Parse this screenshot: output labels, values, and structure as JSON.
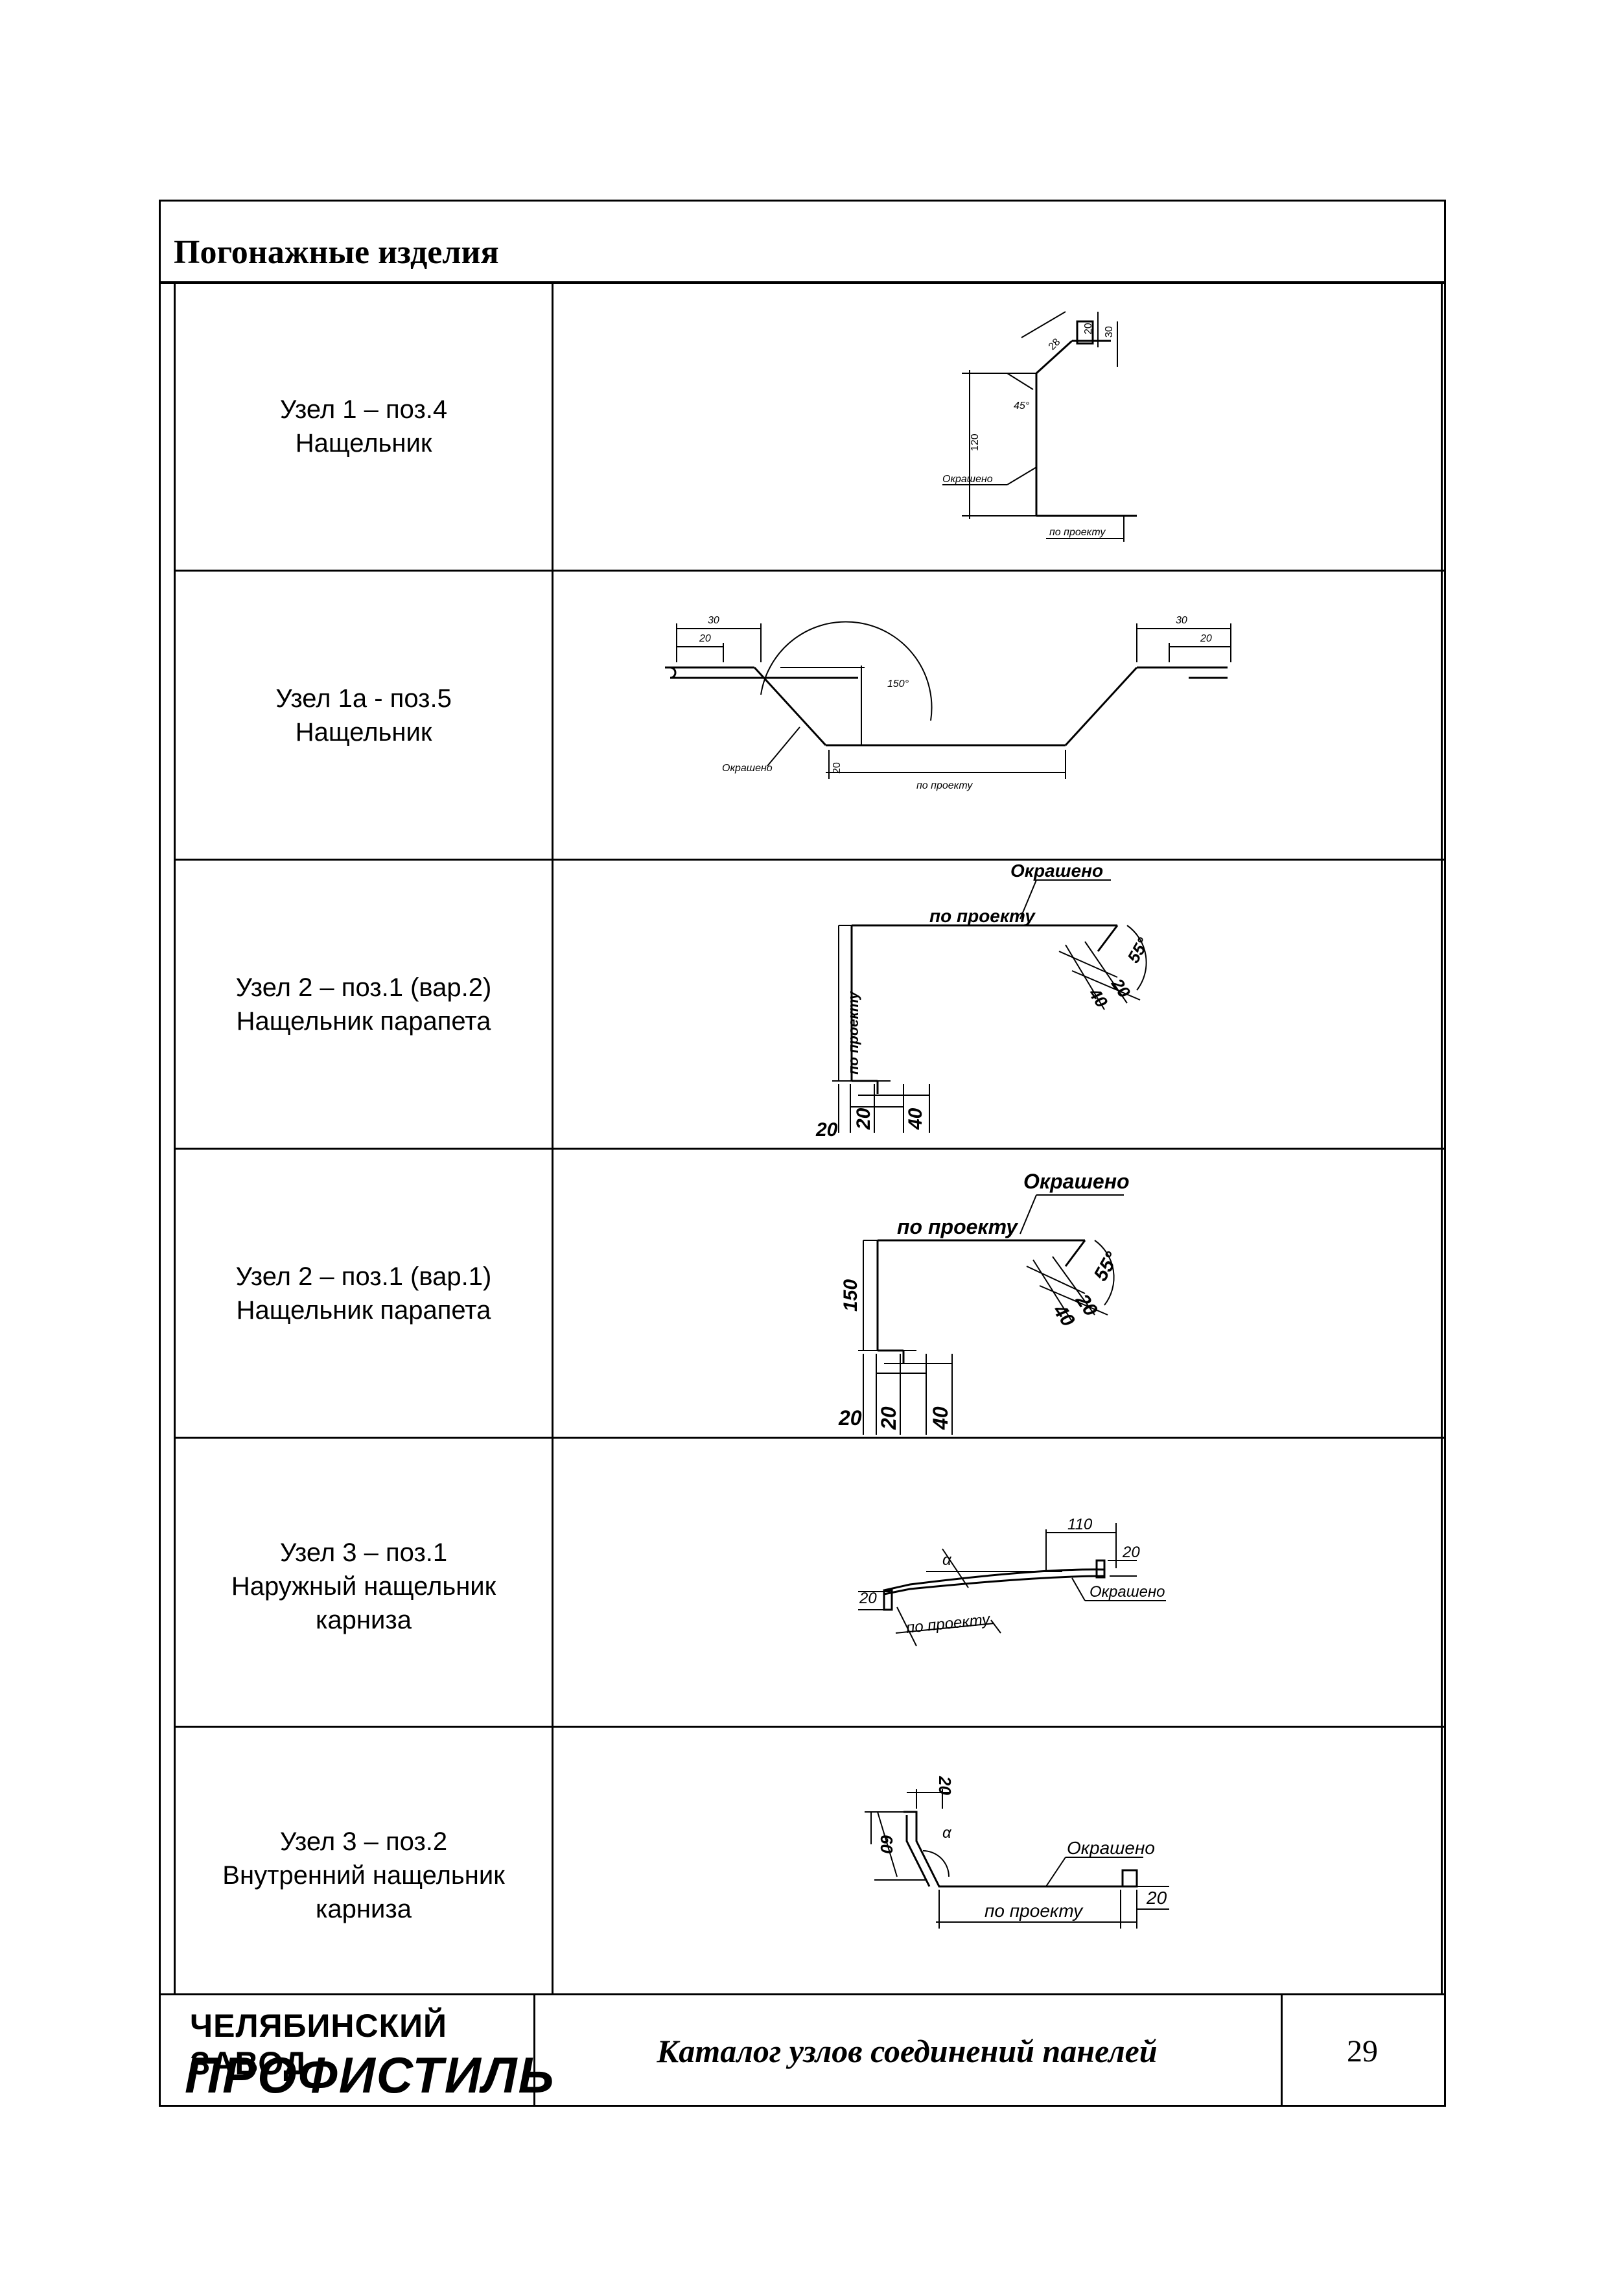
{
  "page": {
    "title": "Погонажные изделия",
    "page_number": "29",
    "catalog_title": "Каталог узлов соединений панелей",
    "logo_top": "ЧЕЛЯБИНСКИЙ ЗАВОД",
    "logo_bottom": "ПРОФИСТИЛЬ"
  },
  "rows": [
    {
      "line1": "Узел 1 – поз.4",
      "line2": "Нащельник",
      "line3": "",
      "dims": {
        "a": "28",
        "b": "20",
        "c": "30",
        "angle": "45°",
        "height": "120",
        "painted": "Окрашено",
        "by_project": "по проекту"
      }
    },
    {
      "line1": "Узел 1а - поз.5",
      "line2": "Нащельник",
      "line3": "",
      "dims": {
        "left_outer": "30",
        "left_inner": "20",
        "right_outer": "30",
        "right_inner": "20",
        "angle": "150°",
        "height": "20",
        "painted": "Окрашено",
        "by_project": "по проекту"
      }
    },
    {
      "line1": "Узел 2 – поз.1 (вар.2)",
      "line2": "Нащельник парапета",
      "line3": "",
      "dims": {
        "painted": "Окрашено",
        "by_project_top": "по проекту",
        "by_project_side": "по проекту",
        "diag_20": "20",
        "diag_40": "40",
        "angle": "55°",
        "bottom_20a": "20",
        "bottom_20b": "20",
        "bottom_40": "40"
      }
    },
    {
      "line1": "Узел 2 – поз.1 (вар.1)",
      "line2": "Нащельник парапета",
      "line3": "",
      "dims": {
        "painted": "Окрашено",
        "by_project": "по проекту",
        "side_150": "150",
        "diag_20": "20",
        "diag_40": "40",
        "angle": "55°",
        "bottom_20a": "20",
        "bottom_20b": "20",
        "bottom_40": "40"
      }
    },
    {
      "line1": "Узел 3 – поз.1",
      "line2": "Наружный нащельник",
      "line3": "карниза",
      "dims": {
        "alpha": "α",
        "top_110": "110",
        "right_20": "20",
        "left_20": "20",
        "painted": "Окрашено",
        "by_project": "по проекту"
      }
    },
    {
      "line1": "Узел 3 – поз.2",
      "line2": "Внутренний нащельник",
      "line3": "карниза",
      "dims": {
        "top_20": "20",
        "left_60": "60",
        "alpha": "α",
        "painted": "Окрашено",
        "by_project": "по проекту",
        "right_20": "20"
      }
    }
  ]
}
